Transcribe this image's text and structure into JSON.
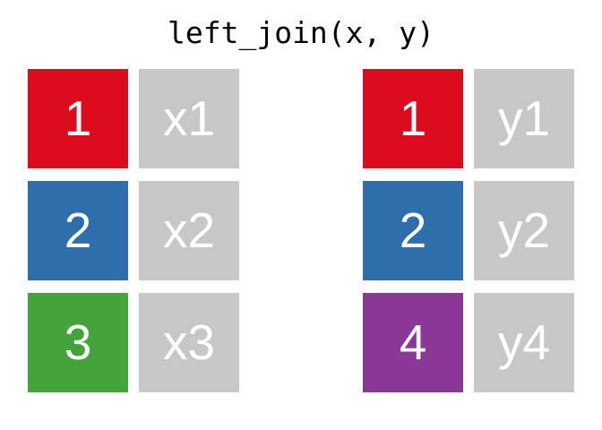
{
  "title": "left_join(x, y)",
  "palette": {
    "red": "#DC0B1E",
    "blue": "#2F6EAC",
    "green": "#45A33C",
    "purple": "#8A3896",
    "gray": "#C7C7C7",
    "cell_text": "#FFFFFF",
    "title_text": "#000000",
    "background": "#FFFFFF"
  },
  "tables": [
    {
      "id": "x",
      "rows": [
        {
          "key": "1",
          "key_color": "red",
          "value": "x1"
        },
        {
          "key": "2",
          "key_color": "blue",
          "value": "x2"
        },
        {
          "key": "3",
          "key_color": "green",
          "value": "x3"
        }
      ]
    },
    {
      "id": "y",
      "rows": [
        {
          "key": "1",
          "key_color": "red",
          "value": "y1"
        },
        {
          "key": "2",
          "key_color": "blue",
          "value": "y2"
        },
        {
          "key": "4",
          "key_color": "purple",
          "value": "y4"
        }
      ]
    }
  ]
}
